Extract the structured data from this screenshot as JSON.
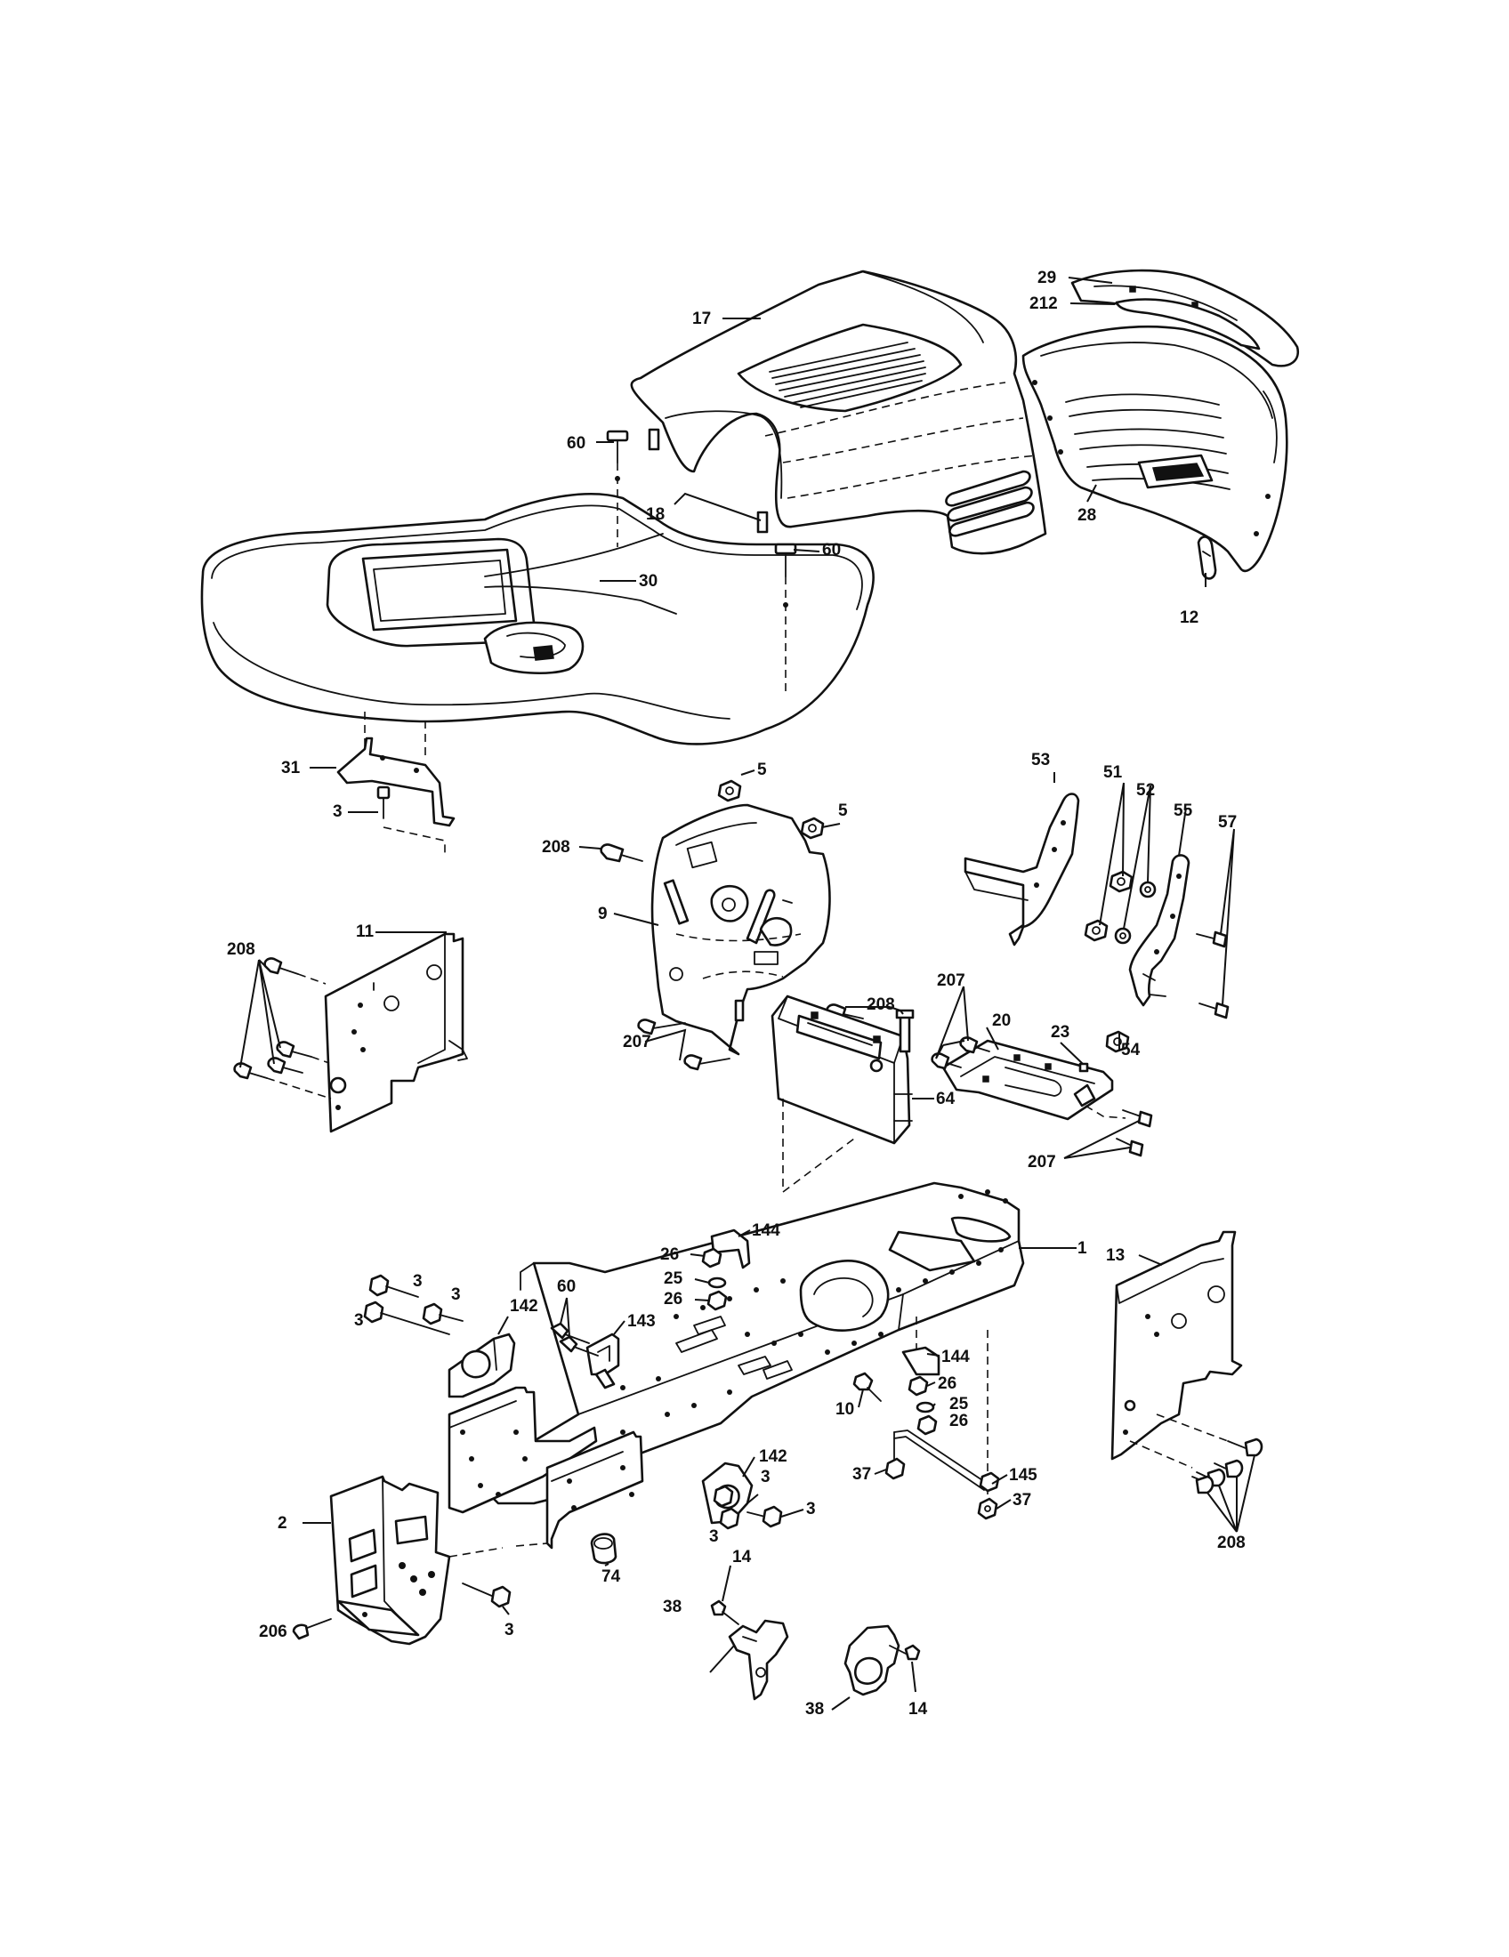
{
  "callouts": {
    "c1": "1",
    "c2": "2",
    "c3": "3",
    "c5": "5",
    "c9": "9",
    "c10": "10",
    "c11": "11",
    "c12": "12",
    "c13": "13",
    "c14": "14",
    "c17": "17",
    "c18": "18",
    "c20": "20",
    "c23": "23",
    "c25": "25",
    "c26": "26",
    "c28": "28",
    "c29": "29",
    "c30": "30",
    "c31": "31",
    "c37": "37",
    "c38": "38",
    "c51": "51",
    "c52": "52",
    "c53": "53",
    "c54": "54",
    "c55": "55",
    "c57": "57",
    "c60": "60",
    "c64": "64",
    "c74": "74",
    "c142": "142",
    "c143": "143",
    "c144": "144",
    "c145": "145",
    "c206": "206",
    "c207": "207",
    "c208": "208",
    "c212": "212"
  }
}
